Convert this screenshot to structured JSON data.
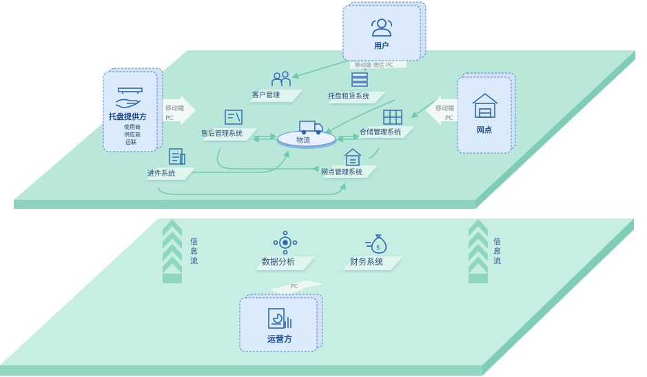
{
  "colors": {
    "platform_top": "#b9e8da",
    "platform_side": "#8fd2bf",
    "card_fill": "#dcebfb",
    "card_border": "#5a7fc8",
    "icon": "#2a64b4",
    "flow_line": "#7dcfb8",
    "chevron": "#8fd6bf",
    "label": "#2b4f7a"
  },
  "user_card": {
    "title": "用户",
    "icon": "users-icon"
  },
  "user_channels": "移动端  微信  PC",
  "supplier_card": {
    "title": "托盘提供方",
    "items": [
      "使用商",
      "供应商",
      "运联"
    ],
    "icon": "hand-pallet-icon"
  },
  "supplier_channels": [
    "移动端",
    "PC"
  ],
  "outlet_card": {
    "title": "网点",
    "icon": "warehouse-icon"
  },
  "outlet_channels": [
    "移动端",
    "PC"
  ],
  "operator_card": {
    "title": "运营方",
    "icon": "report-icon"
  },
  "operator_channel": "PC",
  "top_modules": {
    "customer": "客户管理",
    "rental": "托盘租赁系统",
    "aftersales": "售后管理系统",
    "logistics": "物流",
    "warehouse": "仓储管理系统",
    "inventory": "进件系统",
    "outlet_mgmt": "网点管理系统"
  },
  "bottom_modules": {
    "data_analysis": "数据分析",
    "finance": "财务系统"
  },
  "info_flow": [
    "信",
    "息",
    "流"
  ]
}
